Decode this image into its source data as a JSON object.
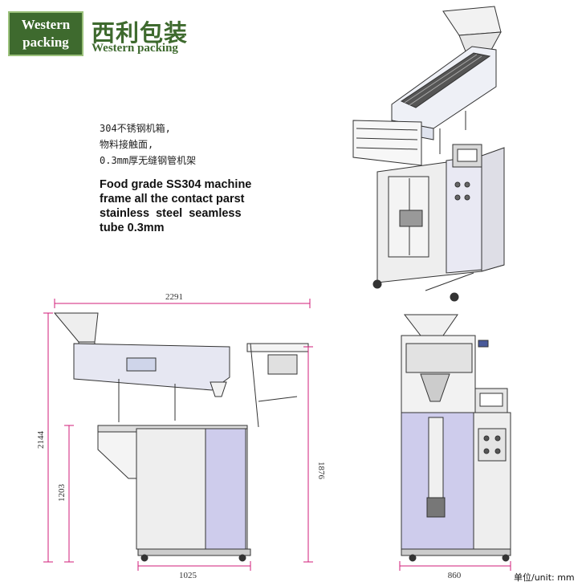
{
  "logo": {
    "line1": "Western",
    "line2": "packing",
    "brand_cn": "西利包装",
    "brand_en": "Western packing"
  },
  "note_cn": [
    "304不锈钢机箱,",
    "物料接触面,",
    "0.3mm厚无缝钢管机架"
  ],
  "note_en": [
    "Food grade SS304 machine",
    "frame all the contact parst",
    "stainless  steel  seamless",
    "tube 0.3mm"
  ],
  "dimensions": {
    "overall_length": "2291",
    "overall_height": "2144",
    "frame_height": "1203",
    "side_height": "1876",
    "base_width": "1025",
    "front_width": "860"
  },
  "unit_label": "单位/unit: mm"
}
